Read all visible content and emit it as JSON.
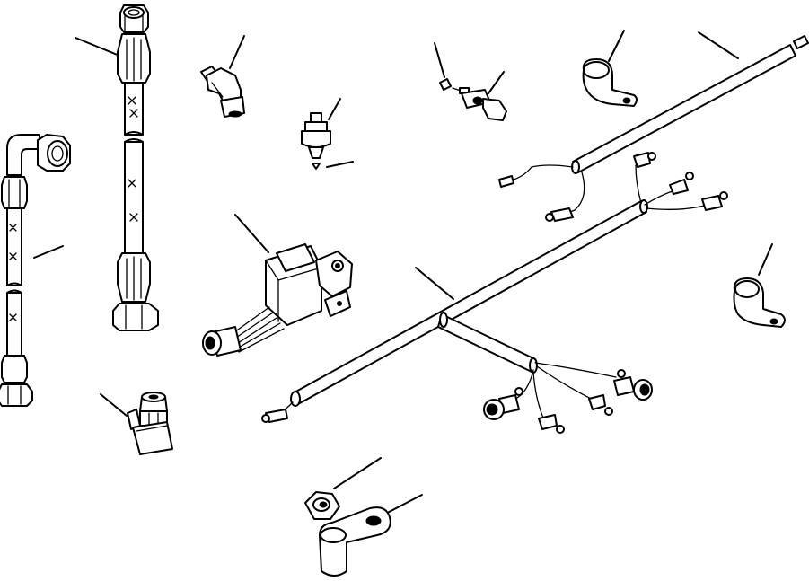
{
  "figure": {
    "kind": "exploded parts illustration",
    "labels": [],
    "colors": {
      "ink": "#000000",
      "paper": "#ffffff"
    }
  },
  "parts": [
    {
      "id": "straight-hydraulic-hose",
      "icon": "hose-icon"
    },
    {
      "id": "elbow-hydraulic-hose",
      "icon": "hose-icon"
    },
    {
      "id": "elbow-fitting",
      "icon": "elbow-fitting-icon"
    },
    {
      "id": "pressure-switch",
      "icon": "switch-icon"
    },
    {
      "id": "temperature-sender",
      "icon": "sensor-icon"
    },
    {
      "id": "hose-clamp-upper",
      "icon": "clamp-icon"
    },
    {
      "id": "hose-clamp-right",
      "icon": "clamp-icon"
    },
    {
      "id": "engine-wiring-harness",
      "icon": "harness-icon"
    },
    {
      "id": "relay-module",
      "icon": "relay-icon"
    },
    {
      "id": "swivel-adapter",
      "icon": "adapter-icon"
    },
    {
      "id": "mounting-bracket-nut",
      "icon": "nut-icon"
    }
  ]
}
